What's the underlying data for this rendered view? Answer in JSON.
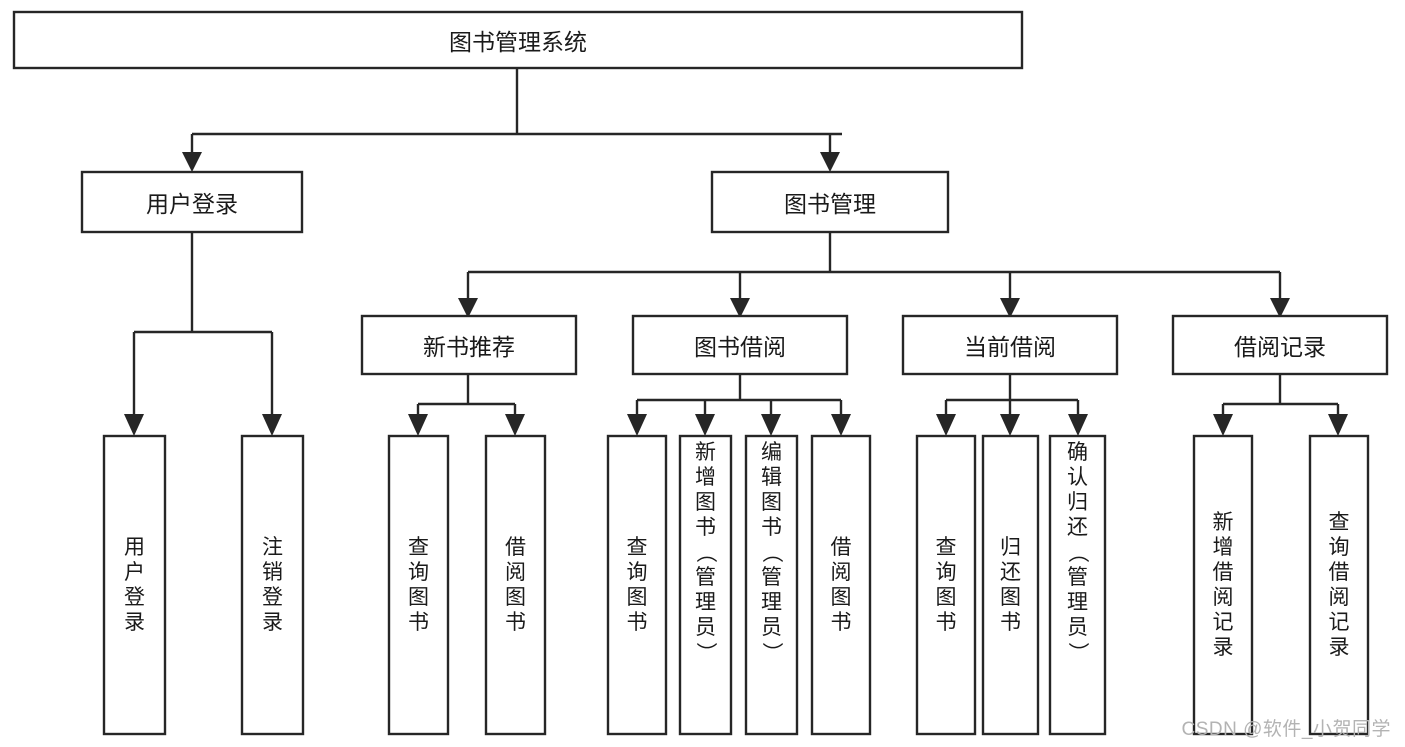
{
  "diagram": {
    "type": "tree-hierarchy",
    "title": "图书管理系统",
    "watermark": "CSDN @软件_小贺同学",
    "colors": {
      "background": "#ffffff",
      "stroke": "#262626",
      "text": "#1a1a1a",
      "watermark": "#b3b3b3"
    },
    "nodes": {
      "root": {
        "label": "图书管理系统",
        "orientation": "horizontal"
      },
      "level1": [
        {
          "id": "user-login",
          "label": "用户登录",
          "orientation": "horizontal"
        },
        {
          "id": "book-management",
          "label": "图书管理",
          "orientation": "horizontal"
        }
      ],
      "level2": [
        {
          "id": "new-book-recommend",
          "label": "新书推荐",
          "orientation": "horizontal",
          "parent": "book-management"
        },
        {
          "id": "book-borrow",
          "label": "图书借阅",
          "orientation": "horizontal",
          "parent": "book-management"
        },
        {
          "id": "current-borrow",
          "label": "当前借阅",
          "orientation": "horizontal",
          "parent": "book-management"
        },
        {
          "id": "borrow-record",
          "label": "借阅记录",
          "orientation": "horizontal",
          "parent": "book-management"
        }
      ],
      "leaves": [
        {
          "id": "leaf-user-login",
          "label": "用户登录",
          "orientation": "vertical",
          "parent": "user-login"
        },
        {
          "id": "leaf-logout",
          "label": "注销登录",
          "orientation": "vertical",
          "parent": "user-login"
        },
        {
          "id": "leaf-query-book-1",
          "label": "查询图书",
          "orientation": "vertical",
          "parent": "new-book-recommend"
        },
        {
          "id": "leaf-borrow-book-1",
          "label": "借阅图书",
          "orientation": "vertical",
          "parent": "new-book-recommend"
        },
        {
          "id": "leaf-query-book-2",
          "label": "查询图书",
          "orientation": "vertical",
          "parent": "book-borrow"
        },
        {
          "id": "leaf-add-book",
          "label": "新增图书（管理员）",
          "orientation": "vertical",
          "parent": "book-borrow"
        },
        {
          "id": "leaf-edit-book",
          "label": "编辑图书（管理员）",
          "orientation": "vertical",
          "parent": "book-borrow"
        },
        {
          "id": "leaf-borrow-book-2",
          "label": "借阅图书",
          "orientation": "vertical",
          "parent": "book-borrow"
        },
        {
          "id": "leaf-query-book-3",
          "label": "查询图书",
          "orientation": "vertical",
          "parent": "current-borrow"
        },
        {
          "id": "leaf-return-book",
          "label": "归还图书",
          "orientation": "vertical",
          "parent": "current-borrow"
        },
        {
          "id": "leaf-confirm-return",
          "label": "确认归还（管理员）",
          "orientation": "vertical",
          "parent": "current-borrow"
        },
        {
          "id": "leaf-add-record",
          "label": "新增借阅记录",
          "orientation": "vertical",
          "parent": "borrow-record"
        },
        {
          "id": "leaf-query-record",
          "label": "查询借阅记录",
          "orientation": "vertical",
          "parent": "borrow-record"
        }
      ]
    }
  }
}
